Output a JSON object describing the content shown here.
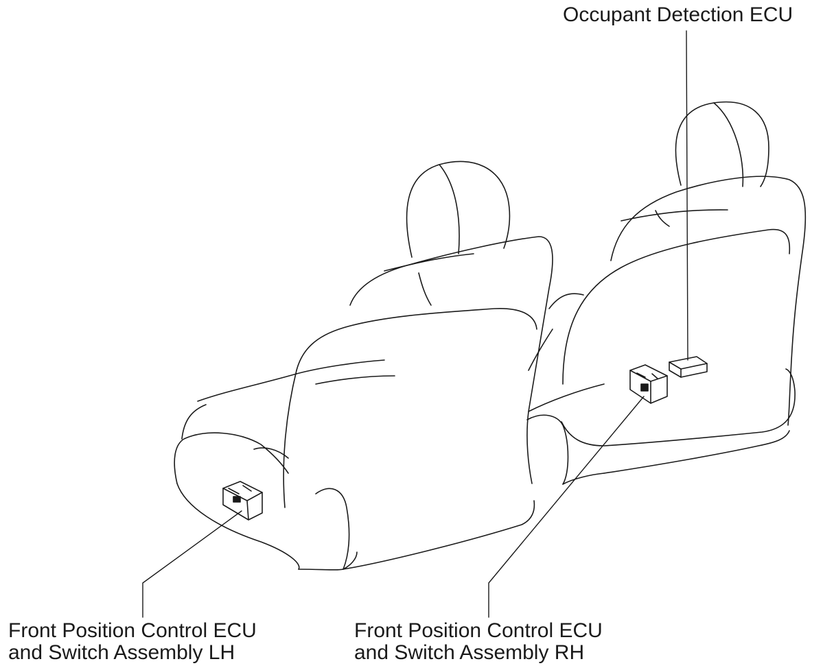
{
  "labels": {
    "occupant_detection_ecu": "Occupant Detection ECU",
    "lh": {
      "line1": "Front Position Control ECU",
      "line2": "and Switch Assembly LH"
    },
    "rh": {
      "line1": "Front Position Control ECU",
      "line2": "and Switch Assembly RH"
    }
  },
  "colors": {
    "line": "#1a1a1a",
    "background": "#ffffff"
  }
}
